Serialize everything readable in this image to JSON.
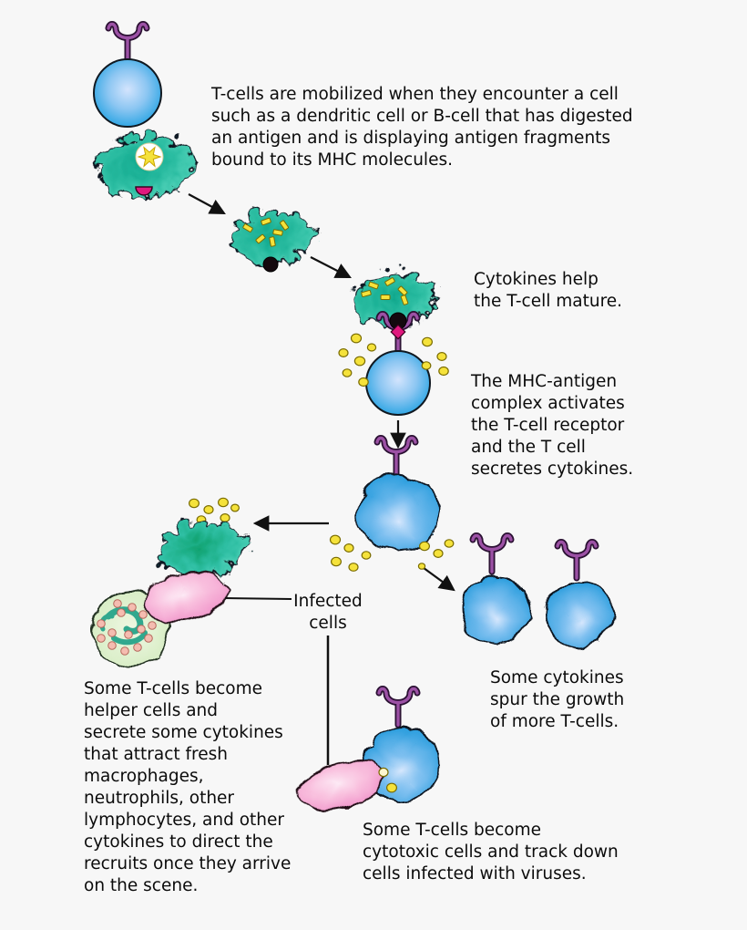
{
  "texts": {
    "intro": "T-cells are mobilized when they encounter a cell\nsuch as a dendritic cell or B-cell that has digested\nan antigen and is displaying antigen fragments\nbound to its MHC molecules.",
    "cytokines_mature": "Cytokines help\nthe T-cell mature.",
    "mhc_activation": "The MHC-antigen\ncomplex activates\nthe T-cell receptor\nand the T cell\nsecretes cytokines.",
    "infected_cells": "Infected\ncells",
    "helper_cells": "Some T-cells become\nhelper cells and\nsecrete some cytokines\nthat attract fresh\nmacrophages,\nneutrophils, other\nlymphocytes, and other\ncytokines to direct the\nrecruits once they arrive\non the scene.",
    "cytokine_growth": "Some cytokines\nspur the growth\nof more T-cells.",
    "cytotoxic": "Some T-cells become\ncytotoxic cells and track down\ncells infected with viruses."
  },
  "colors": {
    "background": "#f7f7f7",
    "t_cell_blue": "#0f9bdf",
    "t_cell_highlight": "#d3e4fd",
    "dendritic_teal": "#2fbfa4",
    "receptor_purple": "#9c51a5",
    "antigen_magenta": "#e0187e",
    "cytokine_yellow": "#f5e23b",
    "helper_pink": "#f6aad4",
    "macrophage_green": "#d8edbf",
    "arrow_black": "#111111"
  }
}
